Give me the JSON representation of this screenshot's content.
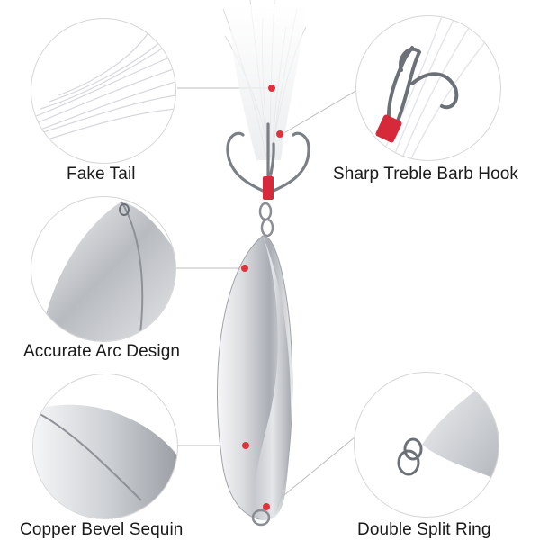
{
  "callouts": {
    "fake_tail": "Fake Tail",
    "sharp_treble_barb_hook": "Sharp Treble Barb Hook",
    "accurate_arc_design": "Accurate Arc Design",
    "copper_bevel_sequin": "Copper Bevel Sequin",
    "double_split_ring": "Double Split Ring"
  },
  "colors": {
    "marker": "#e0323c",
    "thread": "#d62a3a",
    "metal": "#c9ccd0",
    "leader_line": "#bdbdbd"
  },
  "icons": {
    "marker": "red-dot-marker",
    "lure": "spoon-lure-illustration",
    "hook": "treble-hook-icon"
  }
}
